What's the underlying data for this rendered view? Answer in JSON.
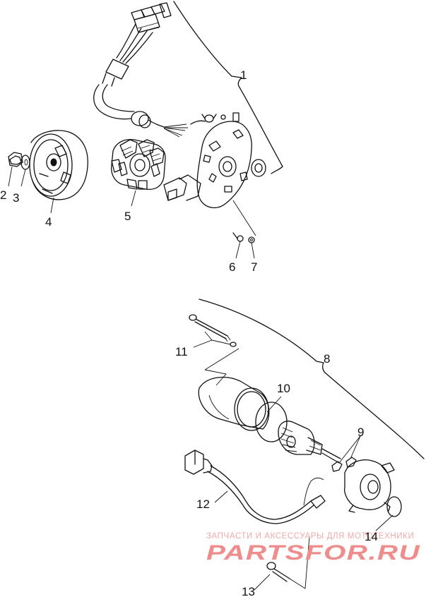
{
  "labels": {
    "l1": "1",
    "l2": "2",
    "l3": "3",
    "l4": "4",
    "l5": "5",
    "l6": "6",
    "l7": "7",
    "l8": "8",
    "l9": "9",
    "l10": "10",
    "l11": "11",
    "l12": "12",
    "l13": "13",
    "l14": "14"
  },
  "watermark": {
    "tagline": "ЗАПЧАСТИ И АКСЕССУАРЫ ДЛЯ МОТОТЕХНИКИ",
    "logo": "PARTSFOR.RU"
  },
  "colors": {
    "ink": "#111111",
    "watermark": "#ef8c8c"
  }
}
